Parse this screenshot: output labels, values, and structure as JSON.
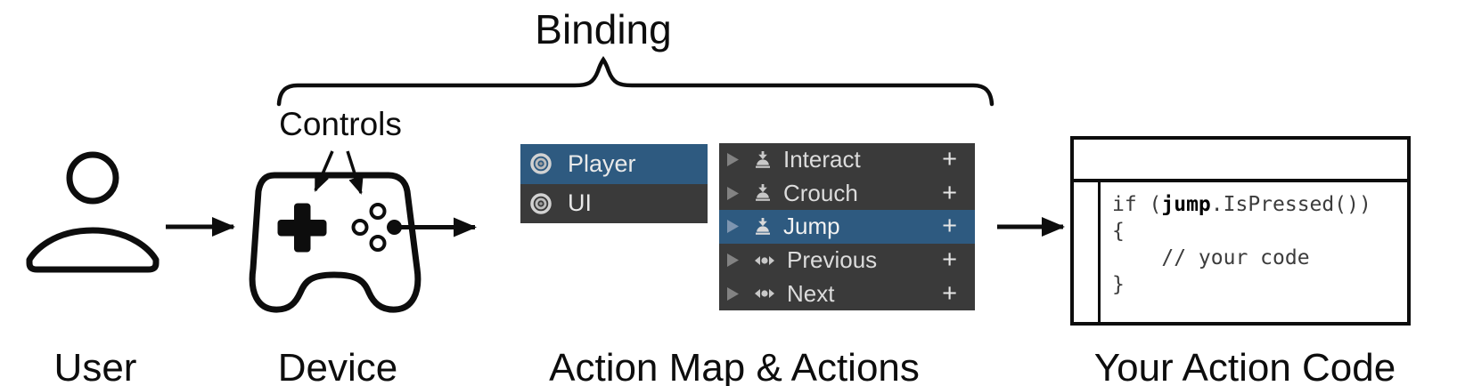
{
  "labels": {
    "binding": "Binding",
    "controls": "Controls",
    "user": "User",
    "device": "Device",
    "action_map": "Action Map & Actions",
    "action_code": "Your Action Code"
  },
  "action_maps_panel": {
    "items": [
      {
        "label": "Player",
        "selected": true
      },
      {
        "label": "UI",
        "selected": false
      }
    ]
  },
  "actions_panel": {
    "items": [
      {
        "label": "Interact",
        "icon": "button-action-icon",
        "add": "+",
        "selected": false
      },
      {
        "label": "Crouch",
        "icon": "button-action-icon",
        "add": "+",
        "selected": false
      },
      {
        "label": "Jump",
        "icon": "button-action-icon",
        "add": "+",
        "selected": true
      },
      {
        "label": "Previous",
        "icon": "axis-action-icon",
        "add": "+",
        "selected": false
      },
      {
        "label": "Next",
        "icon": "axis-action-icon",
        "add": "+",
        "selected": false
      }
    ]
  },
  "code_panel": {
    "line1_prefix": "if (",
    "line1_keyword": "jump",
    "line1_suffix": ".IsPressed())",
    "line2": "{",
    "line3": "    // your code",
    "line4": "}"
  },
  "colors": {
    "selection_blue": "#2E5A80",
    "panel_gray": "#3A3A3A",
    "ink": "#0D0D0D"
  }
}
